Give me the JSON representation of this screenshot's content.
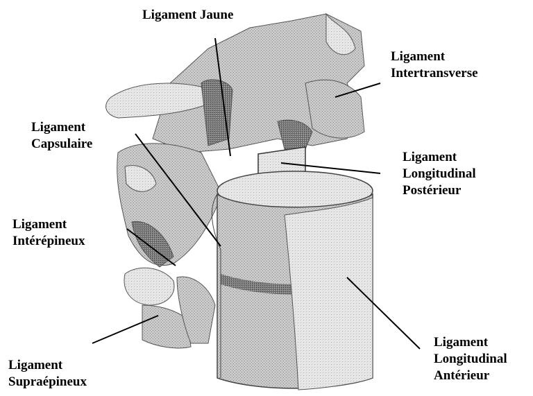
{
  "labels": {
    "jaune": [
      "Ligament Jaune"
    ],
    "intertransverse": [
      "Ligament",
      "Intertransverse"
    ],
    "capsulaire": [
      "Ligament",
      "Capsulaire"
    ],
    "post": [
      "Ligament",
      "Longitudinal",
      "Postérieur"
    ],
    "interepineux": [
      "Ligament",
      "Intérépineux"
    ],
    "supraepineux": [
      "Ligament",
      "Supraépineux"
    ],
    "ant": [
      "Ligament",
      "Longitudinal",
      "Antérieur"
    ]
  }
}
